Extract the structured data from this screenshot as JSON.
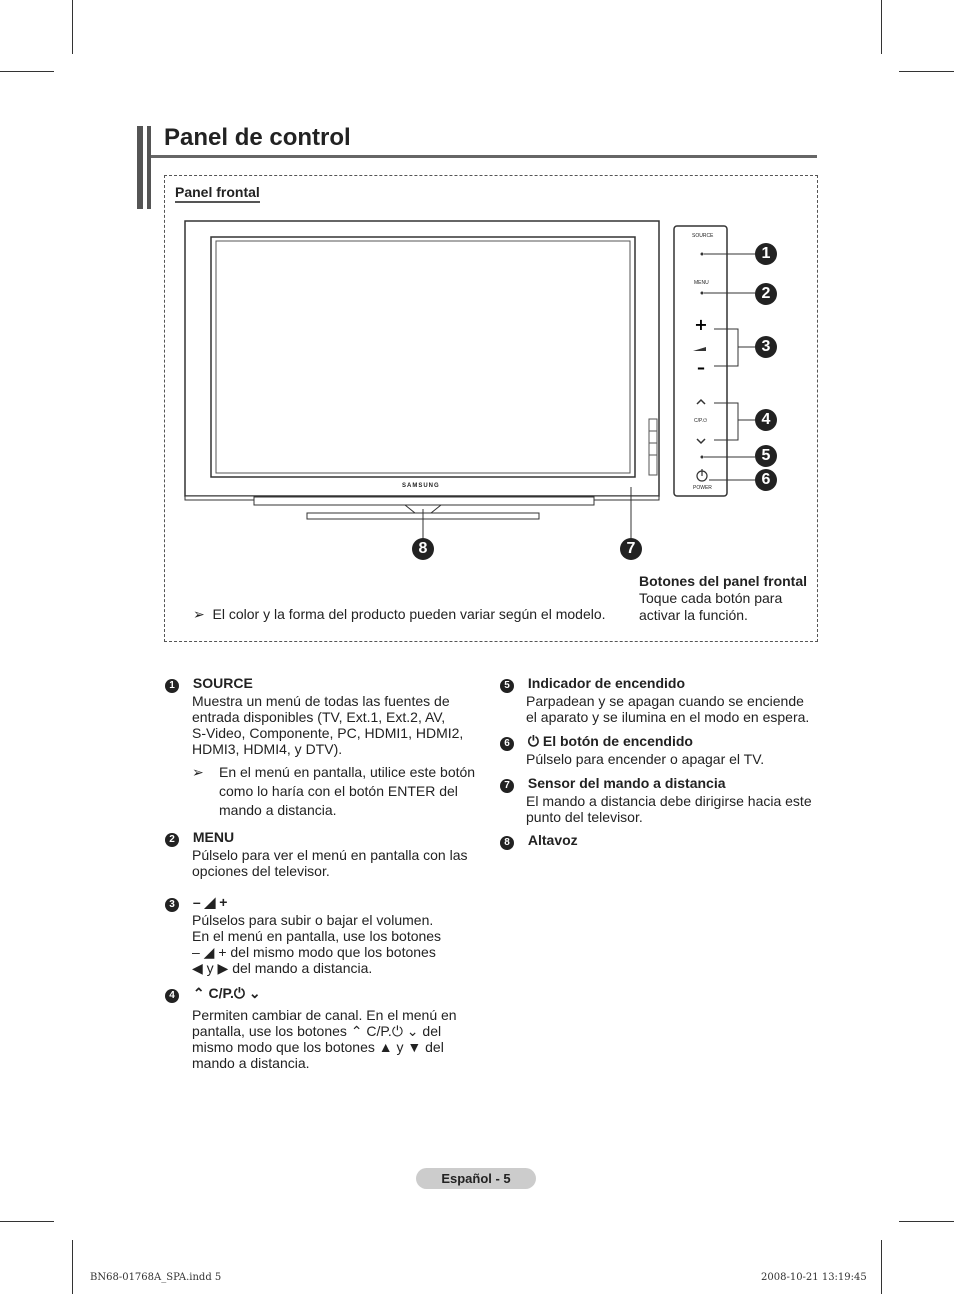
{
  "page": {
    "title": "Panel de control",
    "section_label": "Panel frontal",
    "note_product": "El color y la forma del producto pueden variar según el modelo.",
    "touch_title": "Botones del panel frontal",
    "touch_text1": "Toque cada botón para",
    "touch_text2": "activar la función.",
    "tv_brand": "SAMSUNG",
    "panel_labels": {
      "source": "SOURCE",
      "menu": "MENU",
      "cp": "C/P.⏻",
      "power": "POWER"
    },
    "callouts": [
      "1",
      "2",
      "3",
      "4",
      "5",
      "6",
      "7",
      "8"
    ]
  },
  "items": [
    {
      "n": "1",
      "title": "SOURCE",
      "lines": [
        "Muestra un menú de todas las fuentes de",
        "entrada disponibles (TV, Ext.1, Ext.2, AV,",
        "S-Video, Componente, PC, HDMI1, HDMI2,",
        "HDMI3, HDMI4, y DTV)."
      ],
      "note": [
        "En el menú en pantalla, utilice este botón",
        "como lo haría con el botón ENTER del",
        "mando a distancia."
      ]
    },
    {
      "n": "2",
      "title": "MENU",
      "lines": [
        "Púlselo para ver el menú en pantalla con las",
        "opciones del televisor."
      ]
    },
    {
      "n": "3",
      "title": "– ◢ +",
      "lines": [
        "Púlselos para subir o bajar el volumen.",
        "En el menú en pantalla, use los botones",
        "– ◢ + del mismo modo que los botones",
        "◀ y ▶ del mando a distancia."
      ]
    },
    {
      "n": "4",
      "title": "⌃ C/P.⏻ ⌄",
      "lines": [
        "Permiten cambiar de canal. En el menú en",
        "pantalla, use los botones ⌃ C/P.⏻ ⌄ del",
        "mismo modo que los botones ▲ y ▼ del",
        "mando a distancia."
      ]
    },
    {
      "n": "5",
      "title": "Indicador de encendido",
      "lines": [
        "Parpadean y se apagan cuando se enciende",
        "el aparato y se ilumina en el modo en espera."
      ]
    },
    {
      "n": "6",
      "title": "⏻  El botón de encendido",
      "lines": [
        "Púlselo para encender o apagar el TV."
      ]
    },
    {
      "n": "7",
      "title": "Sensor del mando a distancia",
      "lines": [
        "El mando a distancia debe dirigirse hacia este",
        "punto del televisor."
      ]
    },
    {
      "n": "8",
      "title": "Altavoz",
      "lines": []
    }
  ],
  "footer": "Español - 5",
  "slug_left": "BN68-01768A_SPA.indd   5",
  "slug_right": "2008-10-21   13:19:45"
}
